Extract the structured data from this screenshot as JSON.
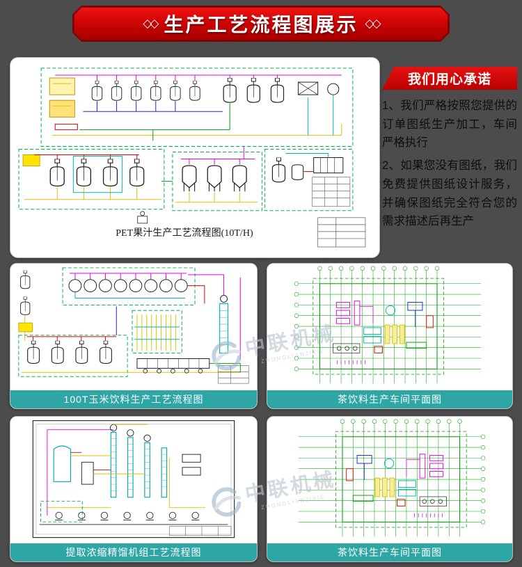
{
  "colors": {
    "background": "#4c4c4c",
    "banner_red": "#c80000",
    "caption_teal": "#2fa6a6"
  },
  "header": {
    "ornament_left": "◇◇",
    "title": "生产工艺流程图展示",
    "ornament_right": "◇◇"
  },
  "main_panel": {
    "diagram_title": "PET果汁生产工艺流程图(10T/H)"
  },
  "promise": {
    "title": "我们用心承诺",
    "items": [
      "1、我们严格按照您提供的订单图纸生产加工，车间严格执行",
      "2、如果您没有图纸，我们免费提供图纸设计服务，并确保图纸完全符合您的需求描述后再生产"
    ]
  },
  "cards": [
    {
      "caption": "100T玉米饮料生产工艺流程图"
    },
    {
      "caption": "茶饮料生产车间平面图"
    },
    {
      "caption": "提取浓缩精馏机组工艺流程图"
    },
    {
      "caption": "茶饮料生产车间平面图"
    }
  ],
  "watermark": {
    "text": "中联机械",
    "subtext": "ZHONGLIANJIXIE"
  }
}
